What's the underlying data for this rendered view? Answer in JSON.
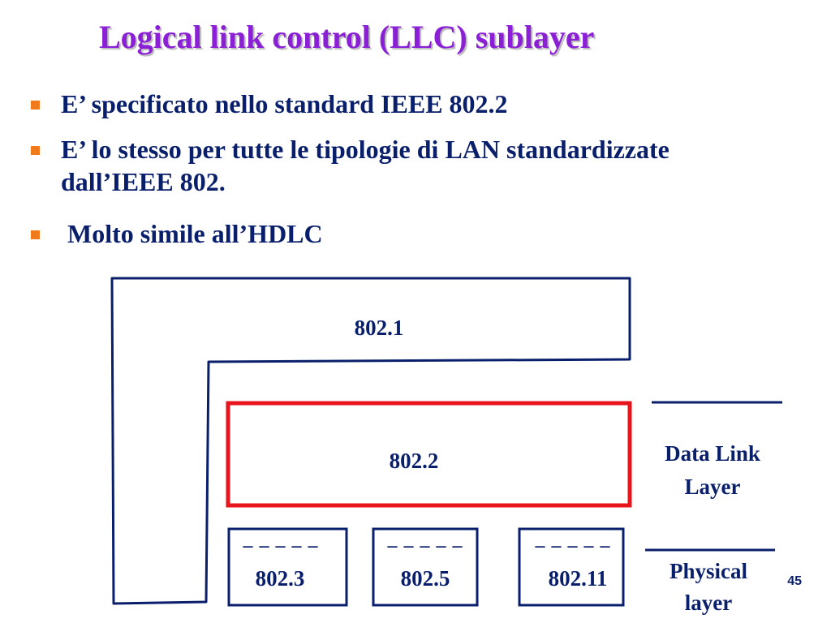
{
  "slide": {
    "title": "Logical link control (LLC) sublayer",
    "bullets": [
      {
        "line1": "E’ specificato nello standard IEEE 802.2",
        "line2": ""
      },
      {
        "line1": "E’ lo stesso per tutte le tipologie di LAN standardizzate",
        "line2": "dall’IEEE 802."
      },
      {
        "line1": " Molto simile all’HDLC",
        "line2": ""
      }
    ],
    "page_number": "45"
  },
  "diagram": {
    "outer_block_label": "802.1",
    "llc_block_label": "802.2",
    "mac_blocks": [
      "802.3",
      "802.5",
      "802.11"
    ],
    "mac_divider": "– – – – –",
    "data_link_label_line1": "Data Link",
    "data_link_label_line2": "Layer",
    "physical_label_line1": "Physical",
    "physical_label_line2": "layer",
    "colors": {
      "title": "#8b1fd6",
      "text": "#0a1f6b",
      "bullet_marker": "#f07a1c",
      "highlight_border": "#e8141c",
      "block_border": "#0a1f6b"
    }
  }
}
